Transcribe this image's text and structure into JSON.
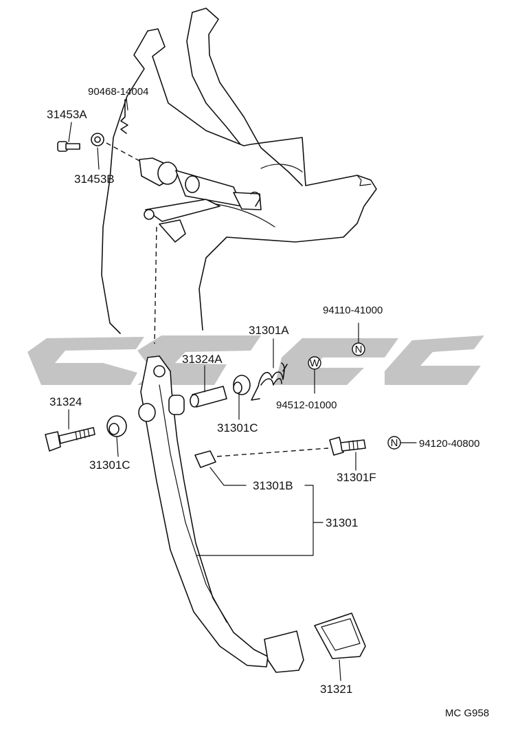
{
  "labels": {
    "clip": "90468-14004",
    "pin_a": "31453A",
    "pin_b": "31453B",
    "spring": "31301A",
    "bushing_a": "31324A",
    "bolt": "31324",
    "bushing_c_left": "31301C",
    "bushing_c_right": "31301C",
    "nut_n": "94110-41000",
    "washer_w": "94512-01000",
    "nut_n2": "94120-40800",
    "stopper_f": "31301F",
    "cushion_b": "31301B",
    "pedal_sub": "31301",
    "pad": "31321",
    "code": "MC  G958"
  },
  "symbols": {
    "nut_mark": "N",
    "washer_mark": "W"
  }
}
